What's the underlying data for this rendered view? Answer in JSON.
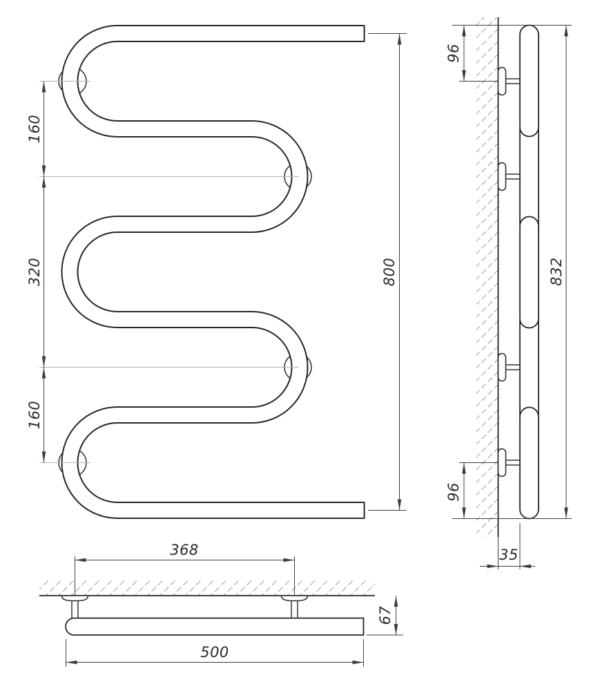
{
  "drawing": {
    "type": "technical-drawing",
    "subject": "Serpentine (snake-coil) towel warmer — front, side and plan orthographic views with dimensions",
    "front_view": {
      "dim_upper_pitch": "160",
      "dim_middle_pitch": "320",
      "dim_lower_pitch": "160",
      "dim_outlet_height": "800"
    },
    "side_view": {
      "dim_top_bracket_offset": "96",
      "dim_total_height": "832",
      "dim_bottom_bracket_offset": "96",
      "dim_wall_clearance": "35"
    },
    "plan_view": {
      "dim_bracket_spacing": "368",
      "dim_wall_depth": "67",
      "dim_overall_width": "500"
    },
    "colors": {
      "line": "#252525",
      "dimension": "#3d3d3d",
      "centerline": "#b3b3b3",
      "hatch": "#9b9b9b",
      "background": "#ffffff"
    }
  }
}
